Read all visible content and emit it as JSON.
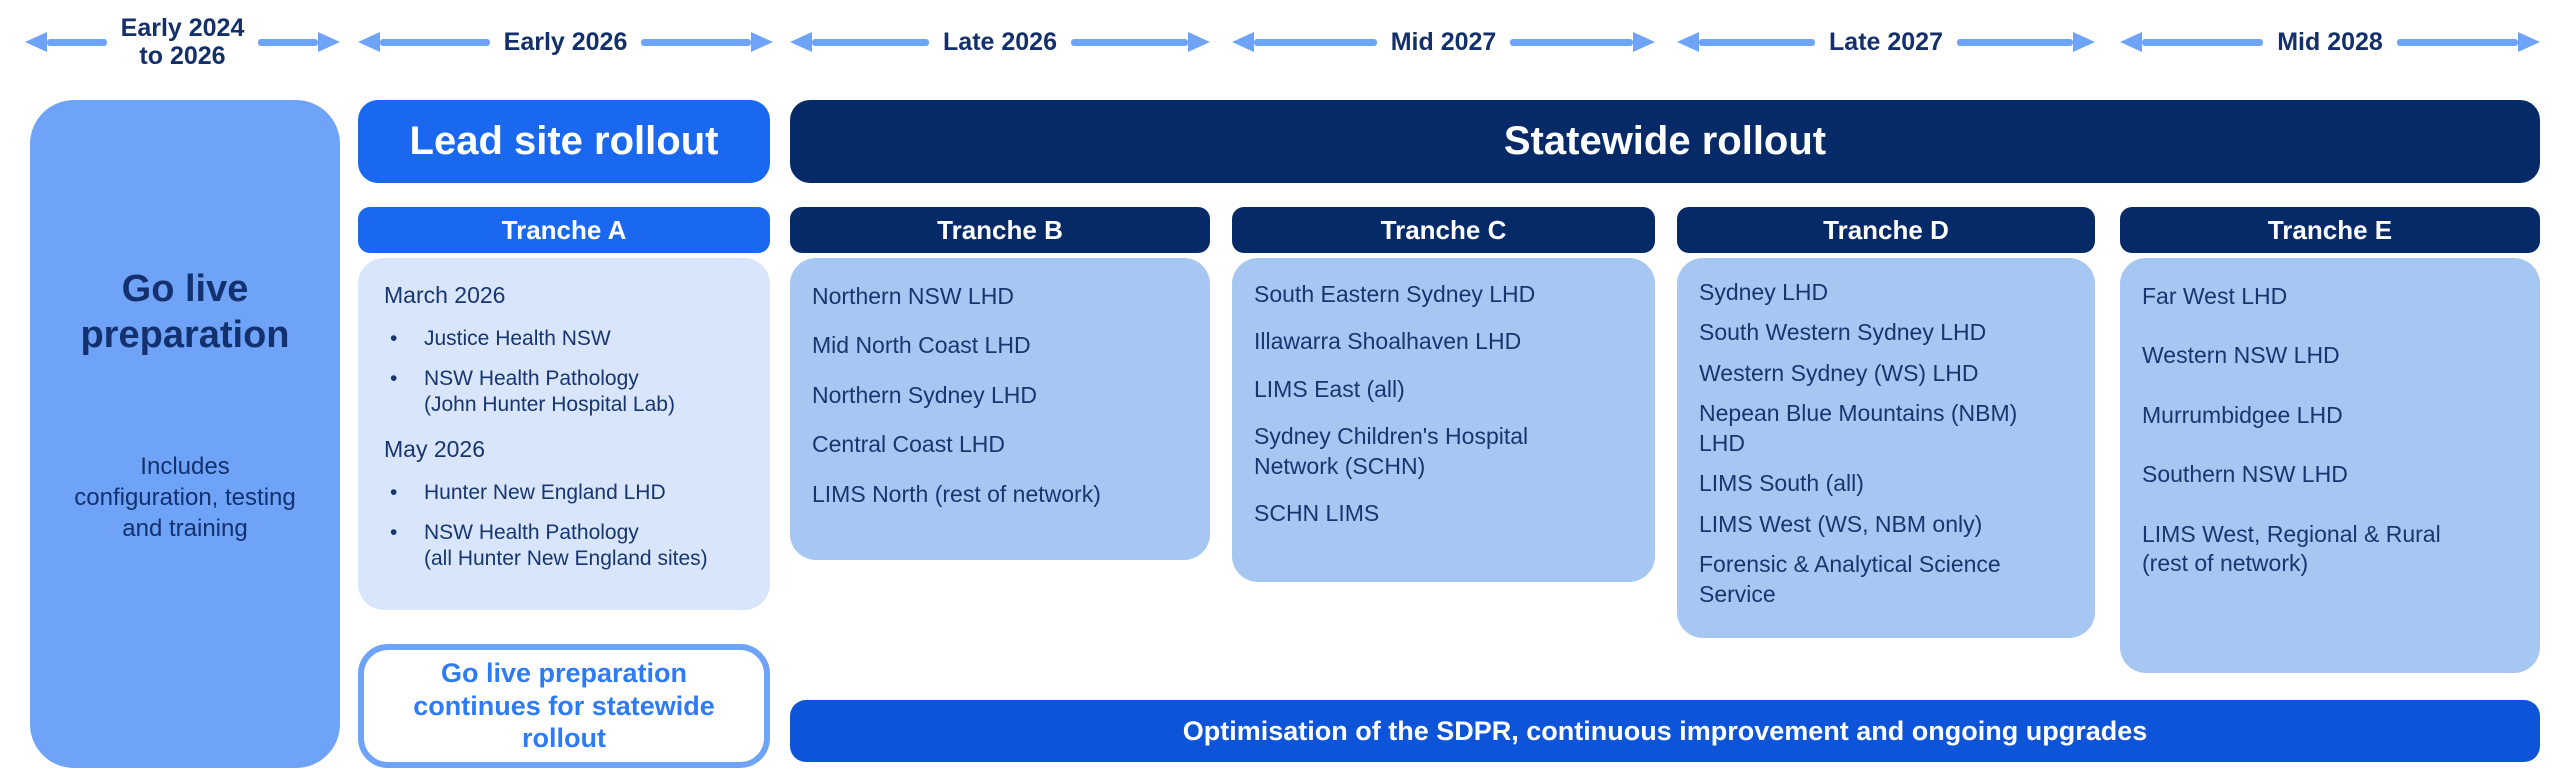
{
  "timeline": [
    {
      "label": "Early 2024\nto 2026"
    },
    {
      "label": "Early 2026"
    },
    {
      "label": "Late 2026"
    },
    {
      "label": "Mid 2027"
    },
    {
      "label": "Late 2027"
    },
    {
      "label": "Mid 2028"
    }
  ],
  "go_live_box": {
    "title": "Go live preparation",
    "subtitle": "Includes\nconfiguration, testing\nand training"
  },
  "phase_headers": {
    "lead_site": "Lead site rollout",
    "statewide": "Statewide rollout"
  },
  "tranche_a": {
    "header": "Tranche A",
    "groups": [
      {
        "date": "March 2026",
        "bullets": [
          "Justice Health NSW",
          "NSW Health Pathology\n(John Hunter Hospital Lab)"
        ]
      },
      {
        "date": "May 2026",
        "bullets": [
          "Hunter New England LHD",
          "NSW Health Pathology\n(all Hunter New England sites)"
        ]
      }
    ],
    "note": "Go live preparation\ncontinues for statewide\nrollout"
  },
  "tranche_b": {
    "header": "Tranche B",
    "items": [
      "Northern NSW LHD",
      "Mid North Coast LHD",
      "Northern Sydney LHD",
      "Central Coast LHD",
      "LIMS North (rest of network)"
    ]
  },
  "tranche_c": {
    "header": "Tranche C",
    "items": [
      "South Eastern Sydney LHD",
      "Illawarra Shoalhaven LHD",
      "LIMS East (all)",
      "Sydney Children's Hospital\nNetwork (SCHN)",
      "SCHN LIMS"
    ]
  },
  "tranche_d": {
    "header": "Tranche D",
    "items": [
      "Sydney LHD",
      "South Western Sydney LHD",
      "Western Sydney (WS) LHD",
      "Nepean Blue Mountains (NBM)\nLHD",
      "LIMS South (all)",
      "LIMS West (WS, NBM only)",
      "Forensic & Analytical Science\nService"
    ]
  },
  "tranche_e": {
    "header": "Tranche E",
    "items": [
      "Far West LHD",
      "Western NSW LHD",
      "Murrumbidgee LHD",
      "Southern NSW LHD",
      "LIMS West, Regional & Rural\n(rest of network)"
    ]
  },
  "optimisation_bar": "Optimisation of the SDPR, continuous improvement and ongoing upgrades",
  "colors": {
    "dark_navy": "#062a68",
    "bright_blue": "#1a68f0",
    "bar_blue": "#0d54d8",
    "medium_blue": "#6fa3f7",
    "tranche_a_body": "#d8e5fa",
    "tranche_body": "#a7c7f3",
    "text_navy": "#17366f",
    "note_text": "#2f7bf5"
  }
}
